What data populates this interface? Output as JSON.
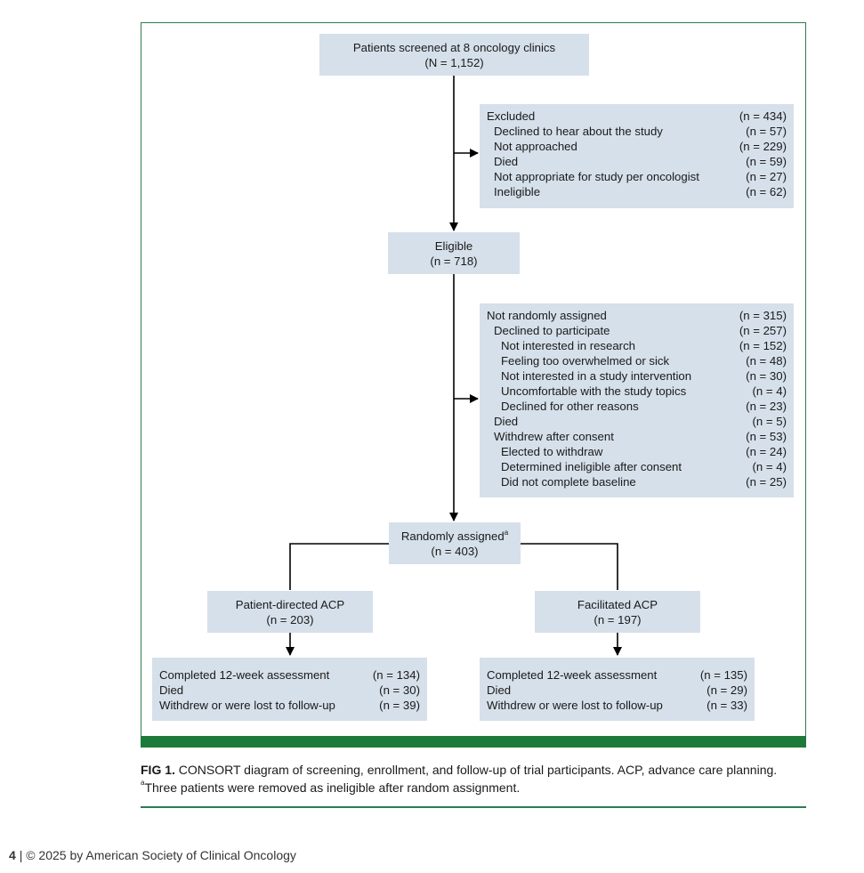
{
  "screened": {
    "title": "Patients screened at 8 oncology clinics",
    "n": "(N = 1,152)"
  },
  "excluded": {
    "rows": [
      {
        "label": "Excluded",
        "n": "(n = 434)",
        "level": 0
      },
      {
        "label": "Declined to hear about the study",
        "n": "(n = 57)",
        "level": 1
      },
      {
        "label": "Not approached",
        "n": "(n = 229)",
        "level": 1
      },
      {
        "label": "Died",
        "n": "(n = 59)",
        "level": 1
      },
      {
        "label": "Not appropriate for study per oncologist",
        "n": "(n = 27)",
        "level": 1
      },
      {
        "label": "Ineligible",
        "n": "(n = 62)",
        "level": 1
      }
    ]
  },
  "eligible": {
    "title": "Eligible",
    "n": "(n = 718)"
  },
  "not_randomized": {
    "rows": [
      {
        "label": "Not randomly assigned",
        "n": "(n = 315)",
        "level": 0
      },
      {
        "label": "Declined to participate",
        "n": "(n = 257)",
        "level": 1
      },
      {
        "label": "Not interested in research",
        "n": "(n = 152)",
        "level": 2
      },
      {
        "label": "Feeling too overwhelmed or sick",
        "n": "(n = 48)",
        "level": 2
      },
      {
        "label": "Not interested in a study intervention",
        "n": "(n = 30)",
        "level": 2
      },
      {
        "label": "Uncomfortable with the study topics",
        "n": "(n = 4)",
        "level": 2
      },
      {
        "label": "Declined for other reasons",
        "n": "(n = 23)",
        "level": 2
      },
      {
        "label": "Died",
        "n": "(n = 5)",
        "level": 1
      },
      {
        "label": "Withdrew after consent",
        "n": "(n = 53)",
        "level": 1
      },
      {
        "label": "Elected to withdraw",
        "n": "(n = 24)",
        "level": 2
      },
      {
        "label": "Determined ineligible after consent",
        "n": "(n = 4)",
        "level": 2
      },
      {
        "label": "Did not complete baseline",
        "n": "(n = 25)",
        "level": 2
      }
    ]
  },
  "randomized": {
    "title": "Randomly assigned",
    "sup": "a",
    "n": "(n = 403)"
  },
  "arm_patient": {
    "title": "Patient-directed ACP",
    "n": "(n = 203)"
  },
  "arm_facilitated": {
    "title": "Facilitated ACP",
    "n": "(n = 197)"
  },
  "outcome_patient": {
    "rows": [
      {
        "label": "Completed 12-week assessment",
        "n": "(n = 134)"
      },
      {
        "label": "Died",
        "n": "(n = 30)"
      },
      {
        "label": "Withdrew or were lost to follow-up",
        "n": "(n = 39)"
      }
    ]
  },
  "outcome_facilitated": {
    "rows": [
      {
        "label": "Completed 12-week assessment",
        "n": "(n = 135)"
      },
      {
        "label": "Died",
        "n": "(n = 29)"
      },
      {
        "label": "Withdrew or were lost to follow-up",
        "n": "(n = 33)"
      }
    ]
  },
  "caption": {
    "fig": "FIG 1.",
    "text": "CONSORT diagram of screening, enrollment, and follow-up of trial participants. ACP, advance care planning.",
    "note_sup": "a",
    "note": "Three patients were removed as ineligible after random assignment."
  },
  "footer": {
    "page": "4",
    "sep": "|",
    "copyright": "© 2025 by American Society of Clinical Oncology"
  },
  "colors": {
    "box_fill": "#d6e0ea",
    "frame": "#2e7d4f",
    "bar": "#1e7a3a",
    "line": "#000000"
  }
}
